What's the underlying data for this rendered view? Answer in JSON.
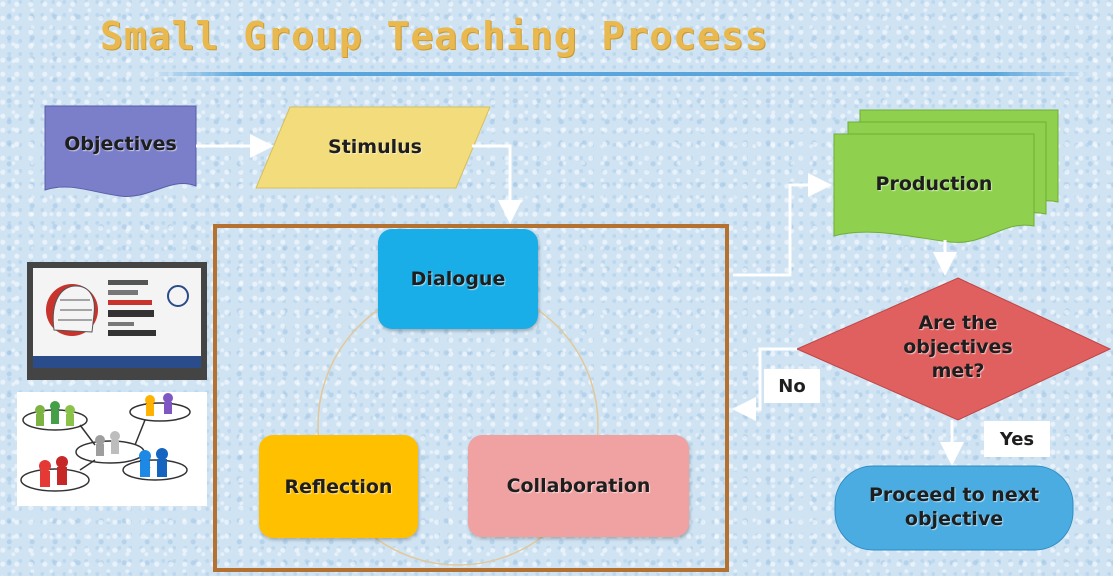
{
  "title": "Small Group Teaching Process",
  "nodes": {
    "objectives": "Objectives",
    "stimulus": "Stimulus",
    "dialogue": "Dialogue",
    "reflection": "Reflection",
    "collaboration": "Collaboration",
    "production": "Production",
    "decision": "Are the objectives met?",
    "proceed": "Proceed to next objective"
  },
  "edge_labels": {
    "no": "No",
    "yes": "Yes"
  },
  "colors": {
    "title": "#e9b94f",
    "objectives": "#7b7fc9",
    "stimulus": "#f3dc7c",
    "dialogue": "#1aaee8",
    "reflection": "#ffc000",
    "collaboration": "#f0a1a1",
    "production": "#8fd14f",
    "decision": "#e06060",
    "proceed": "#4aace1",
    "frame": "#b5712f"
  },
  "images": {
    "poster_icon": "quote-poster-image",
    "network_icon": "people-network-image"
  }
}
